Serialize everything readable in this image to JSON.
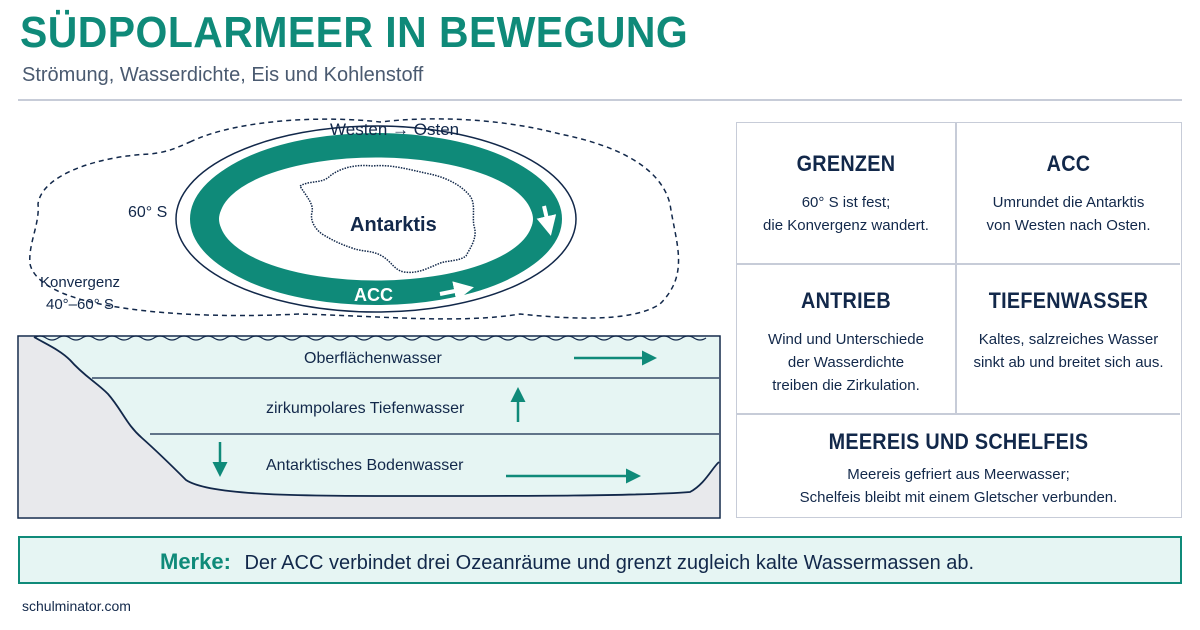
{
  "header": {
    "title": "SÜDPOLARMEER IN BEWEGUNG",
    "subtitle": "Strömung, Wasserdichte, Eis und Kohlenstoff"
  },
  "diagram": {
    "direction_label": "Westen → Osten",
    "lat_label": "60° S",
    "convergence_label_1": "Konvergenz",
    "convergence_label_2": "40°–60° S",
    "continent_label": "Antarktis",
    "current_label": "ACC",
    "layers": {
      "surface": "Oberflächenwasser",
      "deep": "zirkumpolares Tiefenwasser",
      "bottom": "Antarktisches Bodenwasser"
    }
  },
  "cards": {
    "grenzen": {
      "title": "GRENZEN",
      "line1": "60° S ist fest;",
      "line2": "die Konvergenz wandert."
    },
    "acc": {
      "title": "ACC",
      "line1": "Umrundet die Antarktis",
      "line2": "von Westen nach Osten."
    },
    "antrieb": {
      "title": "ANTRIEB",
      "line1": "Wind und Unterschiede",
      "line2": "der Wasserdichte",
      "line3": "treiben die Zirkulation."
    },
    "tiefenwasser": {
      "title": "TIEFENWASSER",
      "line1": "Kaltes, salzreiches Wasser",
      "line2": "sinkt ab und breitet sich aus."
    },
    "meereis": {
      "title": "MEEREIS UND SCHELFEIS",
      "line1": "Meereis gefriert aus Meerwasser;",
      "line2": "Schelfeis bleibt mit einem Gletscher verbunden."
    }
  },
  "merke": {
    "label": "Merke:",
    "text": "Der ACC verbindet drei Ozeanräume und grenzt zugleich kalte Wassermassen ab."
  },
  "footer": {
    "text": "schulminator.com"
  },
  "colors": {
    "accent": "#0f8a79",
    "navy": "#12284a",
    "water": "#e6f5f3",
    "border": "#c7ccd8"
  }
}
